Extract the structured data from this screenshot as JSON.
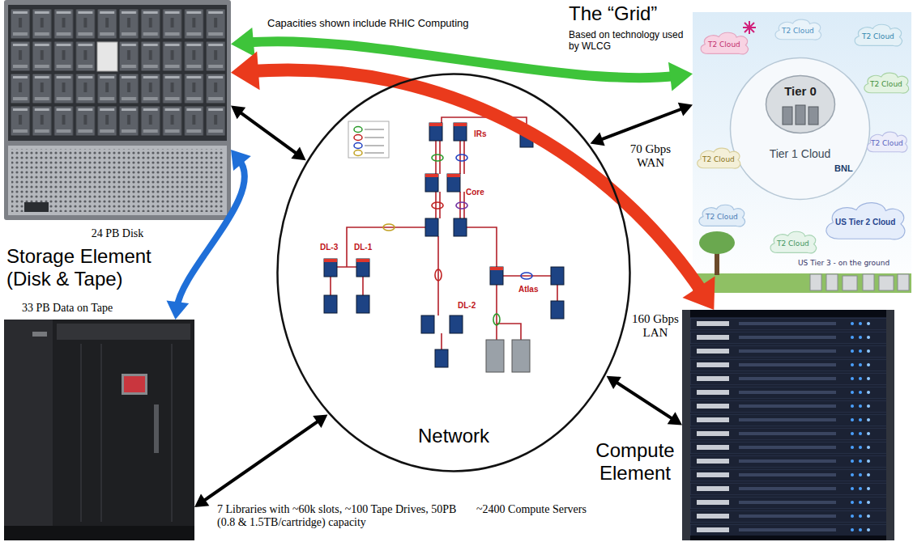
{
  "diagram": {
    "nodes": [
      {
        "text": [
          "24 PB Disk"
        ]
      },
      {
        "text": [
          "The “Grid”",
          "Based on technology used by WLCG"
        ]
      },
      {
        "text": [
          "T2 Cloud"
        ],
        "in": 1
      },
      {
        "text": [
          "T2 Cloud"
        ],
        "in": 1
      },
      {
        "text": [
          "T2 Cloud"
        ],
        "in": 1
      },
      {
        "text": [
          "Tier 1 Cloud"
        ],
        "in": 1
      },
      {
        "text": [
          "Tier 0"
        ],
        "in": 5
      },
      {
        "text": [
          "T2 Cloud"
        ],
        "in": 1
      },
      {
        "text": [
          "T2 Cloud"
        ],
        "in": 1
      },
      {
        "text": [
          "T2 Cloud"
        ],
        "in": 1
      },
      {
        "text": [
          "T2 Cloud"
        ],
        "in": 1
      },
      {
        "text": [
          "T2 Cloud"
        ],
        "in": 1
      },
      {
        "text": [
          "US Tier 2 Cloud"
        ],
        "in": 1
      },
      {
        "text": [
          "Network"
        ]
      },
      {
        "text": [
          "33 PB Data on Tape"
        ]
      },
      {
        "text": [
          "Compute Element"
        ]
      }
    ],
    "edges": [
      {
        "from": 0,
        "to": 1,
        "arrow": "both"
      },
      {
        "from": 0,
        "to": 15,
        "arrow": "both"
      },
      {
        "from": 0,
        "to": 14,
        "arrow": "both"
      },
      {
        "from": 0,
        "to": 13,
        "arrow": "both"
      },
      {
        "from": 14,
        "to": 13,
        "arrow": "both"
      },
      {
        "from": 1,
        "to": 13,
        "label": "70 Gbps WAN",
        "arrow": "both"
      },
      {
        "from": 15,
        "to": 13,
        "label": "160 Gbps LAN",
        "arrow": "both"
      }
    ],
    "labels": [
      "Capacities shown include RHIC Computing",
      "Storage Element (Disk & Tape)",
      "7 Libraries with ~60k slots, ~100 Tape Drives, 50PB (0.8 & 1.5TB/cartridge) capacity",
      "~2400 Compute Servers",
      "BNL",
      "US Tier 3 - on the ground",
      "IRs",
      "Core",
      "DL-3",
      "DL-1",
      "DL-2",
      "Atlas"
    ]
  }
}
